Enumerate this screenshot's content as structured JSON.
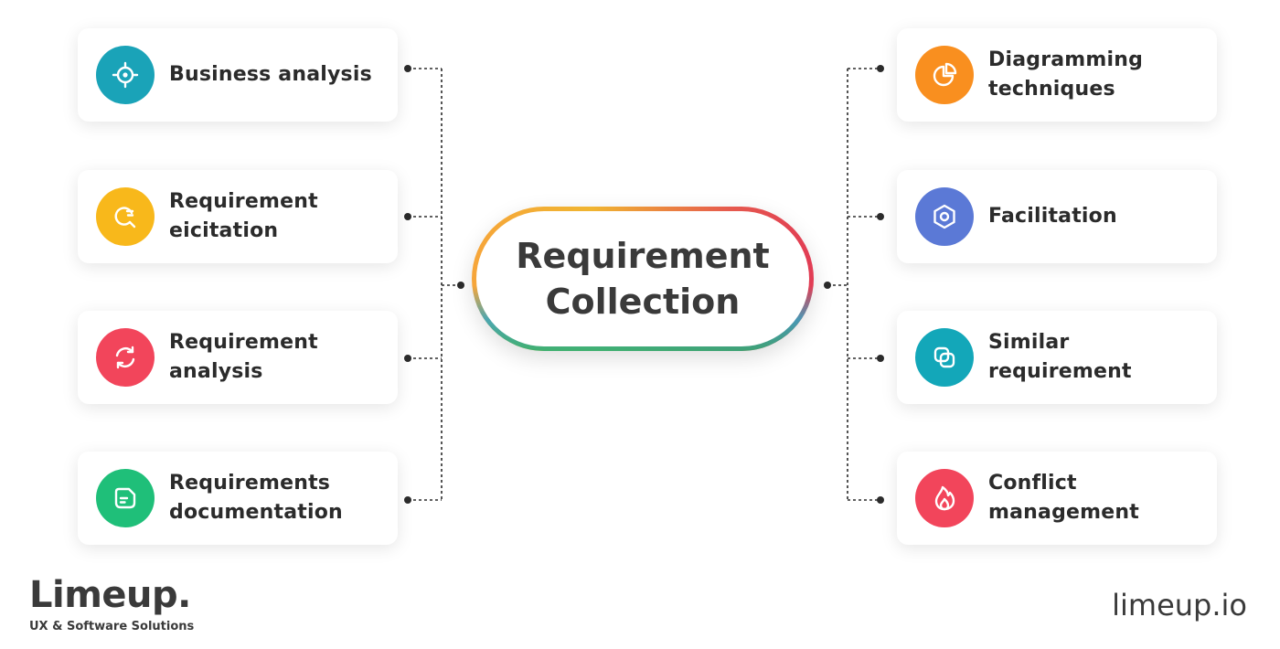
{
  "center": {
    "title": "Requirement Collection"
  },
  "left_items": [
    {
      "label": "Business analysis",
      "icon": "target-icon",
      "color": "#1aa3b8"
    },
    {
      "label": "Requirement eicitation",
      "icon": "search-refresh-icon",
      "color": "#f8b81b"
    },
    {
      "label": "Requirement analysis",
      "icon": "refresh-icon",
      "color": "#f2455b"
    },
    {
      "label": "Requirements documentation",
      "icon": "document-icon",
      "color": "#1fbf79"
    }
  ],
  "right_items": [
    {
      "label": "Diagramming techniques",
      "icon": "pie-chart-icon",
      "color": "#f98f1f"
    },
    {
      "label": "Facilitation",
      "icon": "hexagon-icon",
      "color": "#5b79d6"
    },
    {
      "label": "Similar requirement",
      "icon": "copy-icon",
      "color": "#13a7b9"
    },
    {
      "label": "Conflict management",
      "icon": "fire-icon",
      "color": "#f2455b"
    }
  ],
  "brand": {
    "name": "Limeup.",
    "tagline": "UX & Software Solutions"
  },
  "site": "limeup.io"
}
